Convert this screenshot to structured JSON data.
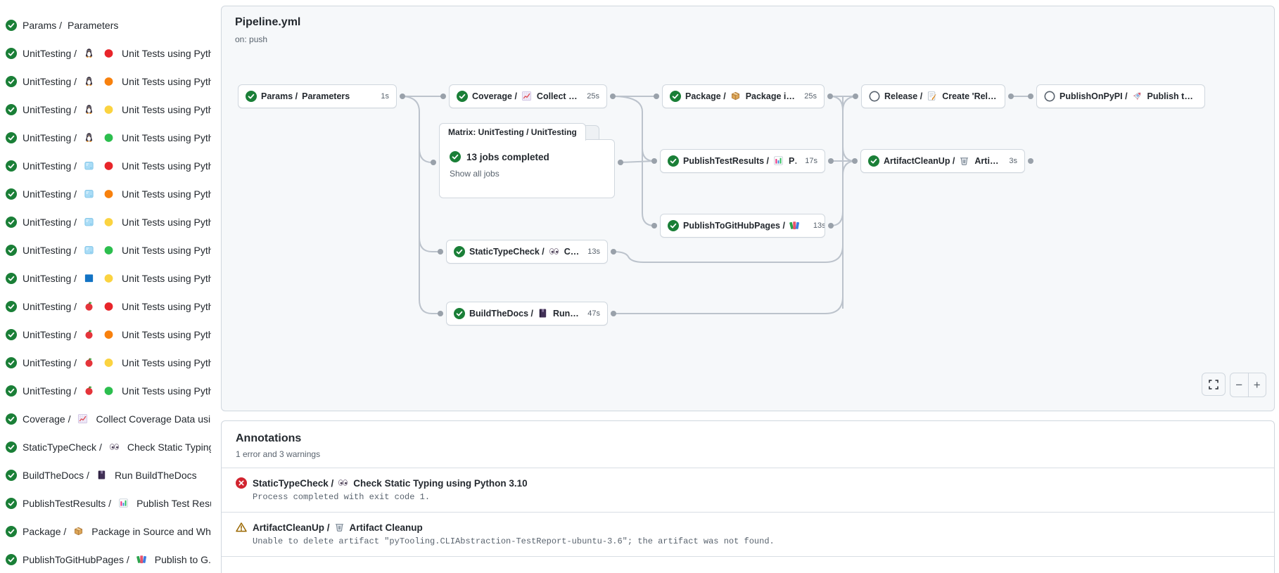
{
  "sidebar": {
    "items": [
      {
        "name": "Params",
        "icons": [],
        "label": "Parameters"
      },
      {
        "name": "UnitTesting",
        "icons": [
          "penguin",
          "red-dot"
        ],
        "label": "Unit Tests using Pyth..."
      },
      {
        "name": "UnitTesting",
        "icons": [
          "penguin",
          "orange-dot"
        ],
        "label": "Unit Tests using Pyth..."
      },
      {
        "name": "UnitTesting",
        "icons": [
          "penguin",
          "yellow-dot"
        ],
        "label": "Unit Tests using Pyth..."
      },
      {
        "name": "UnitTesting",
        "icons": [
          "penguin",
          "green-dot"
        ],
        "label": "Unit Tests using Pyth..."
      },
      {
        "name": "UnitTesting",
        "icons": [
          "ice",
          "red-dot"
        ],
        "label": "Unit Tests using Pyth..."
      },
      {
        "name": "UnitTesting",
        "icons": [
          "ice",
          "orange-dot"
        ],
        "label": "Unit Tests using Pyth..."
      },
      {
        "name": "UnitTesting",
        "icons": [
          "ice",
          "yellow-dot"
        ],
        "label": "Unit Tests using Pyth..."
      },
      {
        "name": "UnitTesting",
        "icons": [
          "ice",
          "green-dot"
        ],
        "label": "Unit Tests using Pyth..."
      },
      {
        "name": "UnitTesting",
        "icons": [
          "windows",
          "yellow-dot"
        ],
        "label": "Unit Tests using Pyth..."
      },
      {
        "name": "UnitTesting",
        "icons": [
          "apple",
          "red-dot"
        ],
        "label": "Unit Tests using Pyth..."
      },
      {
        "name": "UnitTesting",
        "icons": [
          "apple",
          "orange-dot"
        ],
        "label": "Unit Tests using Pyth..."
      },
      {
        "name": "UnitTesting",
        "icons": [
          "apple",
          "yellow-dot"
        ],
        "label": "Unit Tests using Pyth..."
      },
      {
        "name": "UnitTesting",
        "icons": [
          "apple",
          "green-dot"
        ],
        "label": "Unit Tests using Pyth..."
      },
      {
        "name": "Coverage",
        "icons": [
          "chart-up"
        ],
        "label": "Collect Coverage Data usi..."
      },
      {
        "name": "StaticTypeCheck",
        "icons": [
          "eyes"
        ],
        "label": "Check Static Typing..."
      },
      {
        "name": "BuildTheDocs",
        "icons": [
          "notebook"
        ],
        "label": "Run BuildTheDocs"
      },
      {
        "name": "PublishTestResults",
        "icons": [
          "bar-chart"
        ],
        "label": "Publish Test Resu..."
      },
      {
        "name": "Package",
        "icons": [
          "package"
        ],
        "label": "Package in Source and Wh..."
      },
      {
        "name": "PublishToGitHubPages",
        "icons": [
          "books"
        ],
        "label": "Publish to G..."
      }
    ]
  },
  "pipeline": {
    "title": "Pipeline.yml",
    "trigger": "on: push",
    "matrix": {
      "tab": "Matrix: UnitTesting / UnitTesting",
      "summary": "13 jobs completed",
      "link": "Show all jobs"
    },
    "nodes": [
      {
        "id": "params",
        "status": "success",
        "name": "Params",
        "icon": null,
        "label": "Parameters",
        "duration": "1s"
      },
      {
        "id": "coverage",
        "status": "success",
        "name": "Coverage",
        "icon": "chart-up",
        "label": "Collect Cove...",
        "duration": "25s"
      },
      {
        "id": "package",
        "status": "success",
        "name": "Package",
        "icon": "package",
        "label": "Package in So...",
        "duration": "25s"
      },
      {
        "id": "release",
        "status": "skipped",
        "name": "Release",
        "icon": "memo",
        "label": "Create 'Release P...",
        "duration": ""
      },
      {
        "id": "publishonpypi",
        "status": "skipped",
        "name": "PublishOnPyPI",
        "icon": "rocket",
        "label": "Publish to ...",
        "duration": ""
      },
      {
        "id": "publishtestresults",
        "status": "success",
        "name": "PublishTestResults",
        "icon": "bar-chart",
        "label": "Pu...",
        "duration": "17s"
      },
      {
        "id": "artifactcleanup",
        "status": "success",
        "name": "ArtifactCleanUp",
        "icon": "trash",
        "label": "Artifac...",
        "duration": "3s"
      },
      {
        "id": "publishtogithubpages",
        "status": "success",
        "name": "PublishToGitHubPages",
        "icon": "books",
        "label": "...",
        "duration": "13s"
      },
      {
        "id": "statictypecheck",
        "status": "success",
        "name": "StaticTypeCheck",
        "icon": "eyes",
        "label": "Chec...",
        "duration": "13s"
      },
      {
        "id": "buildthedocs",
        "status": "success",
        "name": "BuildTheDocs",
        "icon": "notebook",
        "label": "Run Buil...",
        "duration": "47s"
      }
    ],
    "controls": {
      "zoom_out": "−",
      "zoom_in": "+"
    }
  },
  "annotations": {
    "title": "Annotations",
    "summary": "1 error and 3 warnings",
    "items": [
      {
        "severity": "error",
        "name": "StaticTypeCheck",
        "icon": "eyes",
        "label": "Check Static Typing using Python 3.10",
        "detail": "Process completed with exit code 1."
      },
      {
        "severity": "warning",
        "name": "ArtifactCleanUp",
        "icon": "trash",
        "label": "Artifact Cleanup",
        "detail": "Unable to delete artifact \"pyTooling.CLIAbstraction-TestReport-ubuntu-3.6\"; the artifact was not found."
      }
    ]
  },
  "colors": {
    "success_green": "#1a7f37",
    "error_red": "#d1242f",
    "warning_yellow": "#9a6700",
    "graph_bg": "#f6f8fa",
    "border": "#d0d7de",
    "muted_text": "#59636e",
    "edge": "#bcc3cc"
  }
}
